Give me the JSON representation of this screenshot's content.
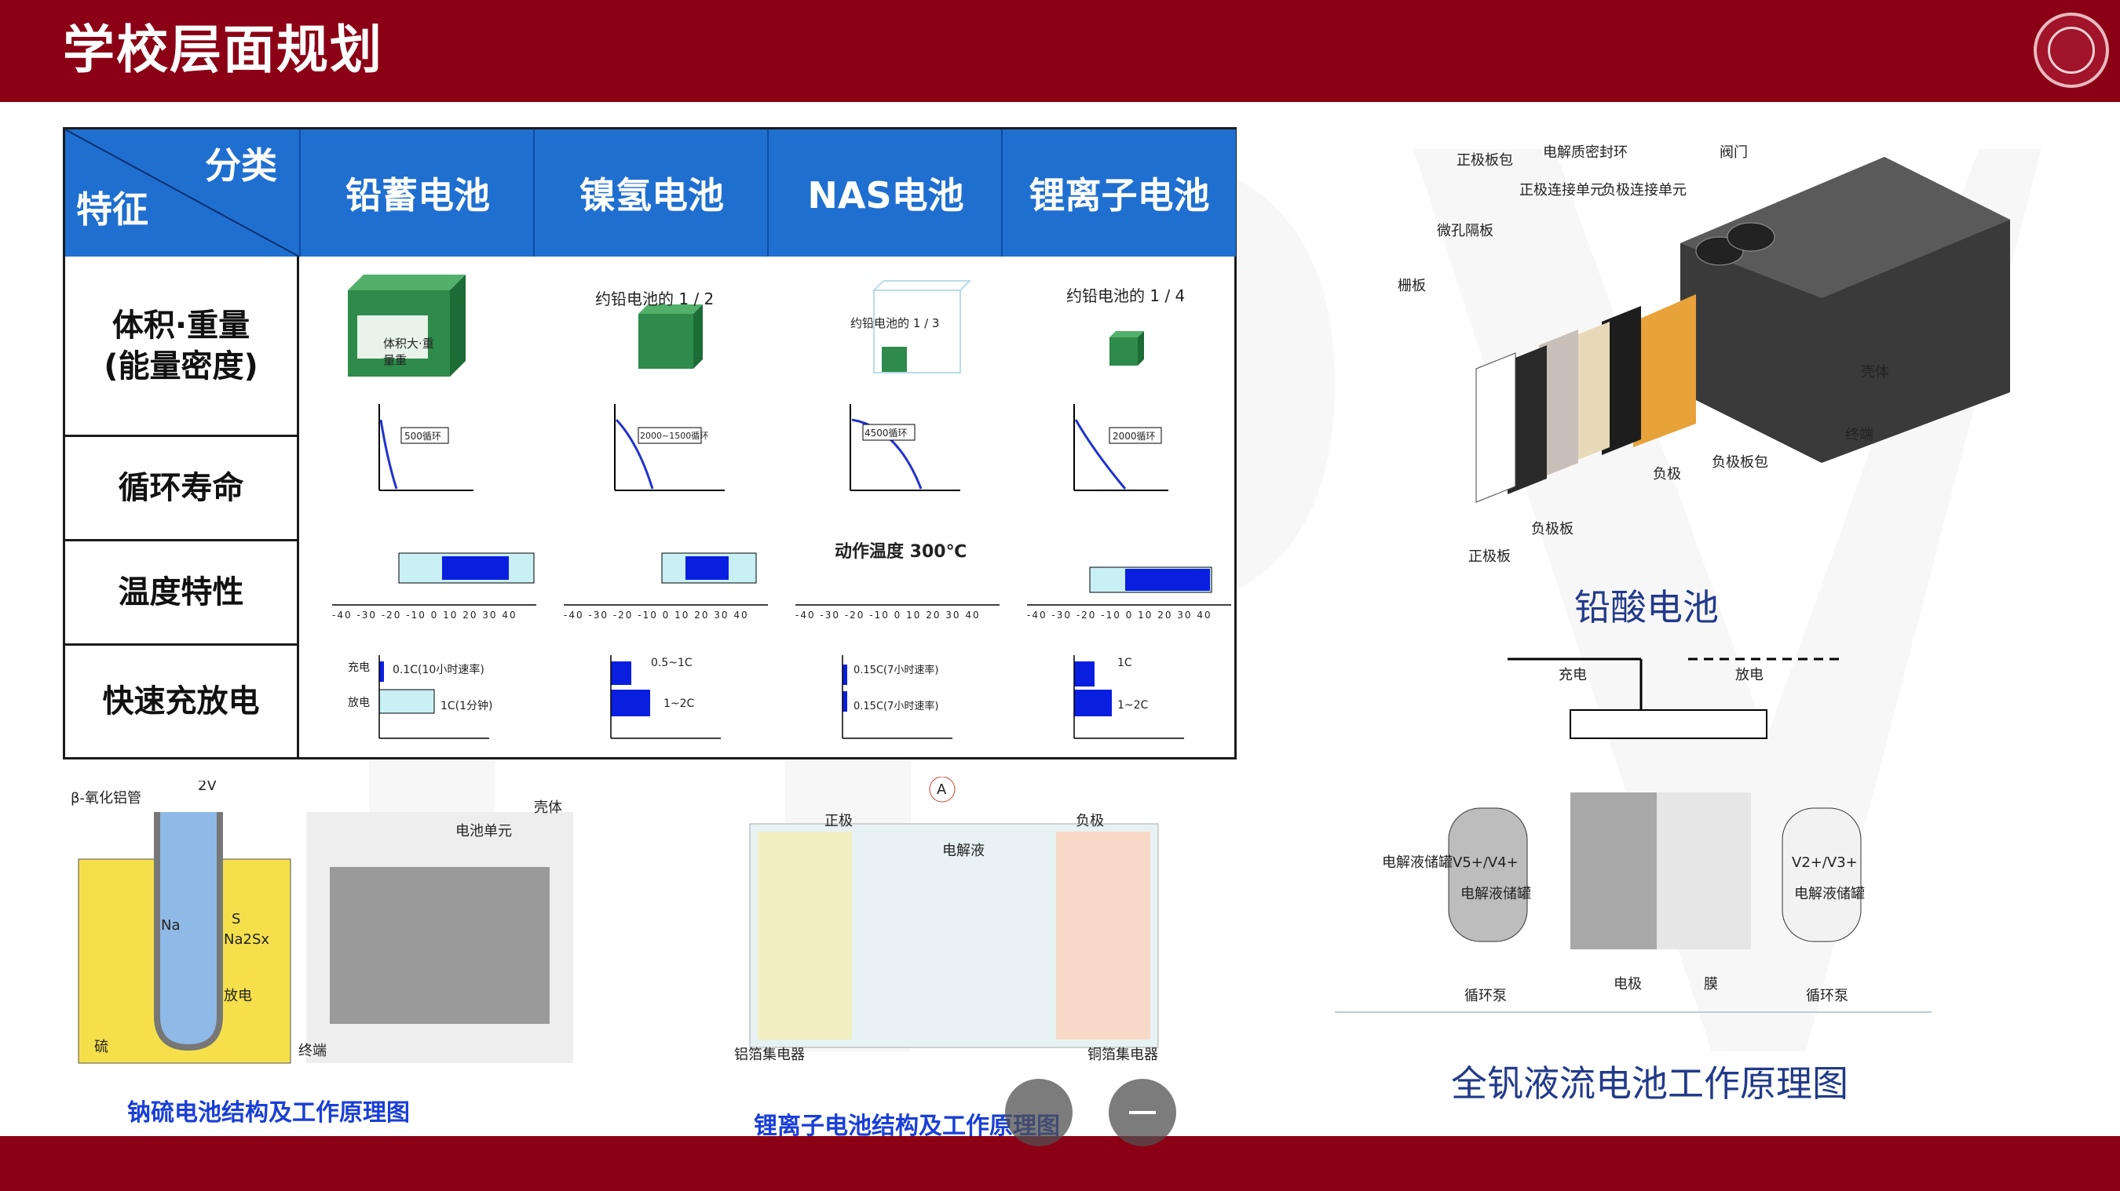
{
  "header": {
    "title": "学校层面规划"
  },
  "table": {
    "corner_top": "分类",
    "corner_bottom": "特征",
    "columns": [
      "铅蓄电池",
      "镍氢电池",
      "NAS电池",
      "锂离子电池"
    ],
    "rows": [
      "体积·重量\n(能量密度)",
      "循环寿命",
      "温度特性",
      "快速充放电"
    ],
    "volume_notes": [
      "体积大·重量重",
      "约铅电池的 1 / 2",
      "约铅电池的 1 / 3",
      "约铅电池的 1 / 4"
    ],
    "cycle_notes": [
      "500循环",
      "2000~1500循环",
      "4500循环",
      "2000循环"
    ],
    "nas_temp": "动作温度 300℃",
    "temp_ticks": "-40 -30 -20 -10 0 10 20 30 40",
    "fast_charge_labels": [
      "充电",
      "放电"
    ],
    "fast_values": [
      [
        "0.1C(10小时速率)",
        "1C(1分钟)"
      ],
      [
        "0.5~1C",
        "1~2C"
      ],
      [
        "0.15C(7小时速率)",
        "0.15C(7小时速率)"
      ],
      [
        "1C",
        "1~2C"
      ]
    ]
  },
  "lead_acid": {
    "caption": "铅酸电池",
    "labels": [
      "正极板包",
      "电解质密封环",
      "阀门",
      "正极连接单元",
      "负极连接单元",
      "微孔隔板",
      "栅板",
      "壳体",
      "终端",
      "负极",
      "负极板包",
      "负极板",
      "正极板"
    ]
  },
  "vanadium": {
    "caption": "全钒液流电池工作原理图",
    "labels": [
      "充电",
      "放电",
      "电解液储罐",
      "电解液储罐",
      "电解液储罐",
      "循环泵",
      "循环泵",
      "电极",
      "膜",
      "V5+/V4+",
      "V2+/V3+"
    ]
  },
  "sodium_sulfur": {
    "caption": "钠硫电池结构及工作原理图",
    "labels": [
      "β-氧化铝管",
      "2V",
      "Na",
      "S",
      "Na2Sx",
      "放电",
      "硫",
      "壳体",
      "电池单元",
      "终端"
    ]
  },
  "lithium": {
    "caption": "锂离子电池结构及工作原理图",
    "labels": [
      "A",
      "正极",
      "负极",
      "电解液",
      "铝箔集电器",
      "铜箔集电器"
    ]
  },
  "colors": {
    "header": "#8b0015",
    "table_header": "#1f6fd0",
    "caption_blue": "#1a3fd6"
  }
}
